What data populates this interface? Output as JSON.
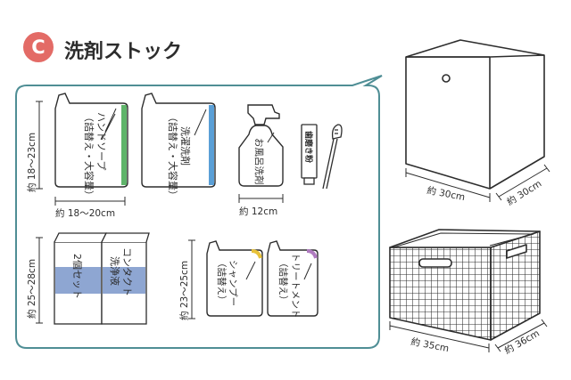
{
  "header": {
    "badge_letter": "C",
    "title": "洗剤ストック"
  },
  "items": {
    "hand_soap": {
      "lines": [
        "（詰替え・大容量）",
        "ハンドソープ"
      ],
      "accent": "#5fb46a"
    },
    "laundry": {
      "lines": [
        "（詰替え・大容量）",
        "洗濯洗剤"
      ],
      "accent": "#5a9fd6"
    },
    "bath_spray": {
      "lines": [
        "お風呂洗剤"
      ]
    },
    "toothpaste": {
      "lines": [
        "歯磨き粉"
      ]
    },
    "contact": {
      "left_lines": [
        "2個セット"
      ],
      "right_lines": [
        "コンタクト",
        "洗浄液"
      ],
      "band_color": "#8ea6d2"
    },
    "shampoo": {
      "lines": [
        "シャンプー",
        "（詰替え）"
      ],
      "accent": "#e8c23a"
    },
    "treatment": {
      "lines": [
        "トリートメント",
        "（詰替え）"
      ],
      "accent": "#b07bc0"
    }
  },
  "dims": {
    "pouch_height": "約 18～23cm",
    "pouch_width": "約 18～20cm",
    "spray_width": "約 12cm",
    "box_height": "約 25～28cm",
    "small_pouch_height": "約 23～25cm"
  },
  "bins": {
    "fabric": {
      "width": "約 30cm",
      "depth": "約 30cm"
    },
    "wire": {
      "width": "約 35cm",
      "depth": "約 36cm"
    }
  },
  "colors": {
    "badge": "#e36b66",
    "panel_border": "#4f8e95",
    "ink": "#2d2d2d"
  }
}
